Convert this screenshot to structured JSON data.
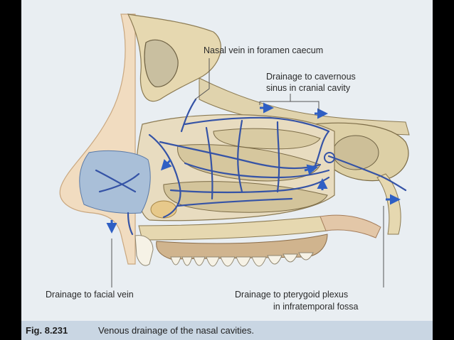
{
  "labels": {
    "nasal_vein": "Nasal vein in foramen caecum",
    "cavernous_line1": "Drainage to cavernous",
    "cavernous_line2": "sinus in cranial cavity",
    "facial": "Drainage to facial vein",
    "pterygoid_line1": "Drainage to pterygoid plexus",
    "pterygoid_line2": "in infratemporal fossa"
  },
  "caption": {
    "figure": "Fig. 8.231",
    "text": "Venous drainage of the nasal cavities."
  },
  "colors": {
    "background": "#e9eef2",
    "vein": "#3553a6",
    "arrow": "#2f5fc4",
    "bone": "#e3d7b4",
    "mucosa": "#a9bfd8",
    "caption_band": "#c9d6e3"
  }
}
